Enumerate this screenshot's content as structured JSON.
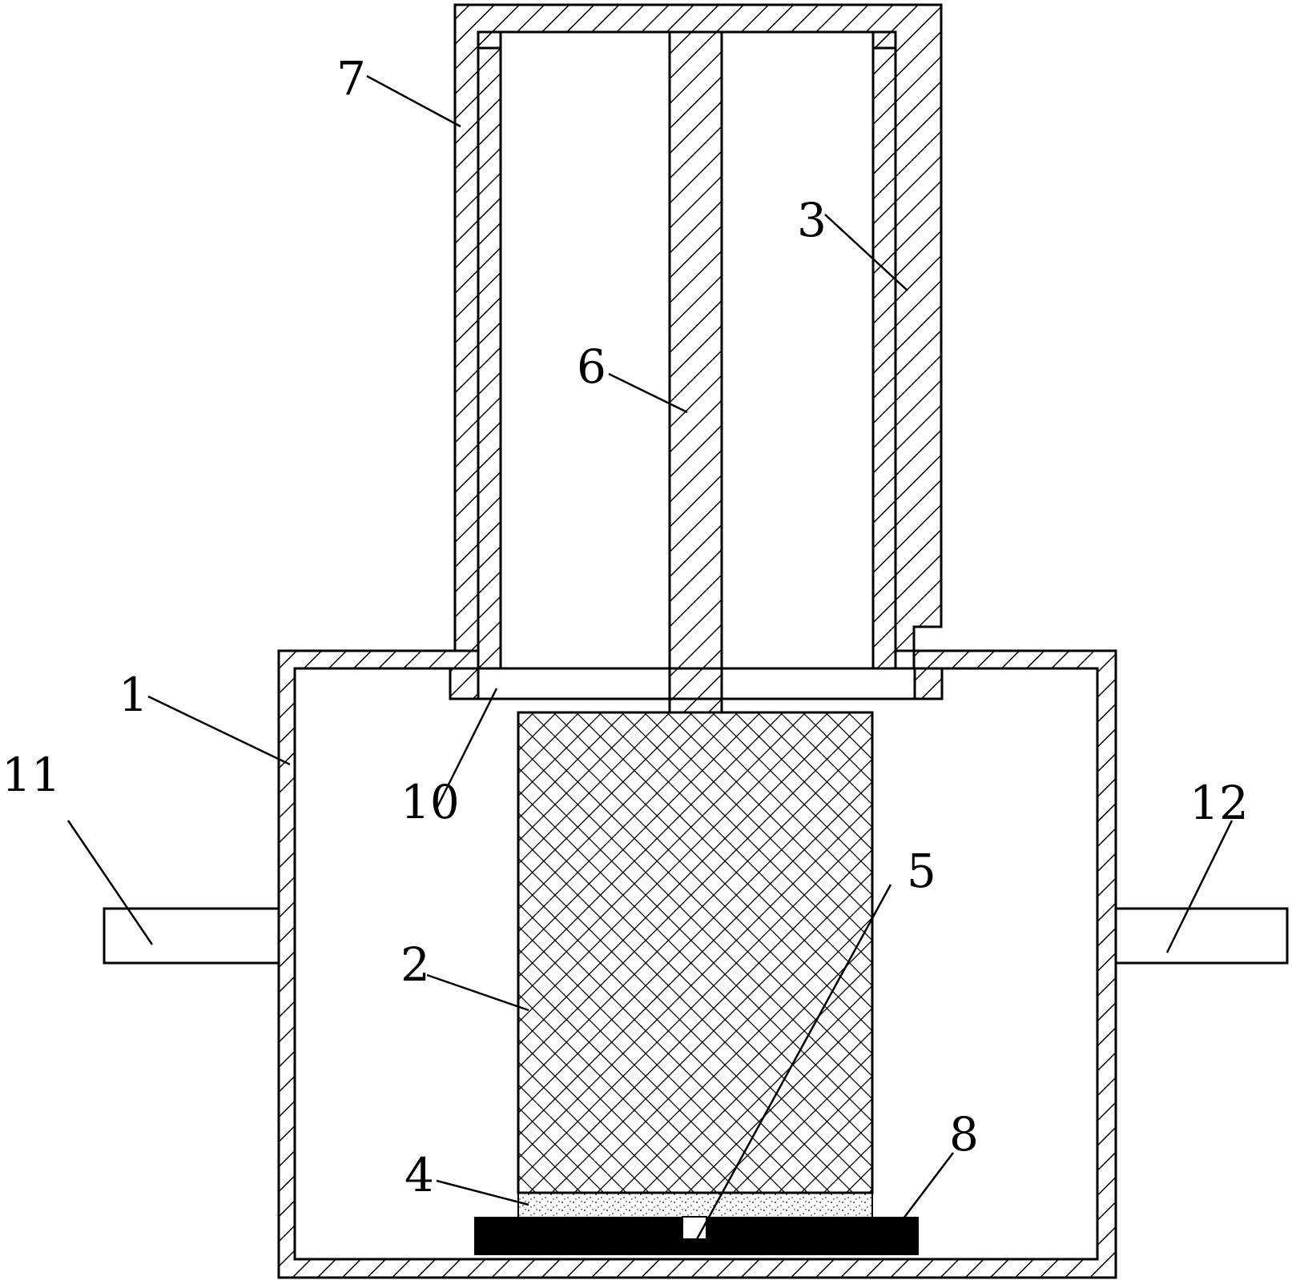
{
  "labels": {
    "l1": "1",
    "l2": "2",
    "l3": "3",
    "l4": "4",
    "l5": "5",
    "l6": "6",
    "l7": "7",
    "l8": "8",
    "l10": "10",
    "l11": "11",
    "l12": "12"
  },
  "colors": {
    "line": "#000000",
    "background": "#ffffff",
    "base_plate": "#000000"
  }
}
